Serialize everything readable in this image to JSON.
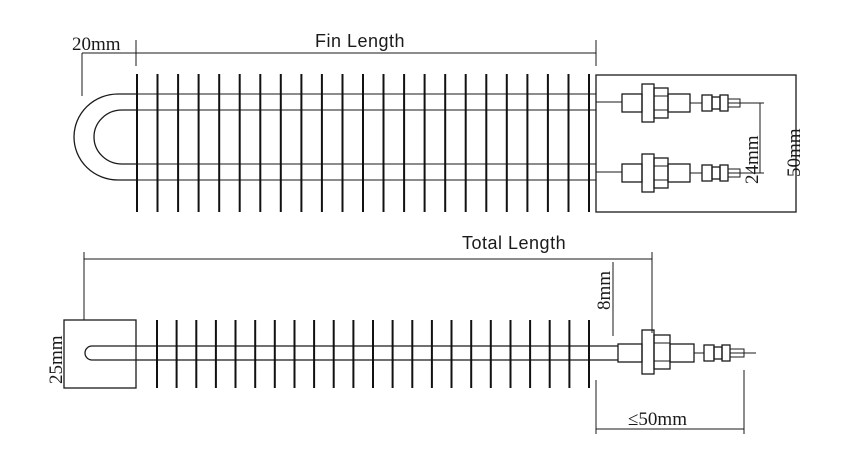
{
  "diagram": {
    "top_view": {
      "label_fin_length": "Fin Length",
      "label_end_gap": "20mm",
      "label_terminal_spacing": "24mm",
      "label_box_height": "50mm"
    },
    "side_view": {
      "label_total_length": "Total Length",
      "label_box_height": "25mm",
      "label_fin_extension": "8mm",
      "label_terminal_length": "≤50mm"
    },
    "fin_count": 23,
    "colors": {
      "line": "#1a1a1a",
      "background": "#ffffff"
    }
  }
}
